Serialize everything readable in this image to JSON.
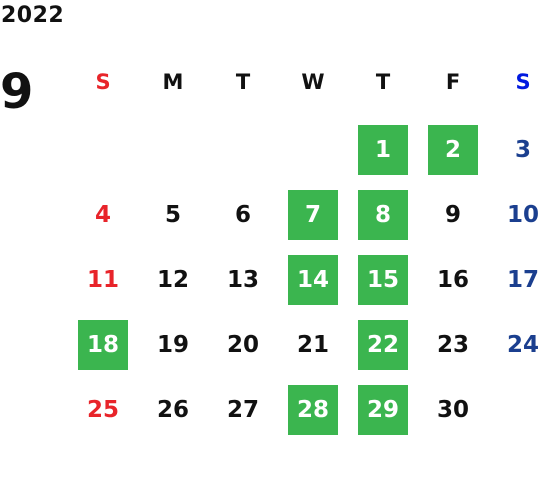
{
  "year": "2022",
  "month": "9",
  "weekdays": [
    "S",
    "M",
    "T",
    "W",
    "T",
    "F",
    "S"
  ],
  "colors": {
    "sunday": "#e8242a",
    "saturday": "#1b3f8f",
    "saturday_header": "#0019e0",
    "highlight": "#3bb54f",
    "text": "#111111"
  },
  "first_weekday_index": 4,
  "days_in_month": 30,
  "highlighted_days": [
    1,
    2,
    7,
    8,
    14,
    15,
    18,
    22,
    28,
    29
  ]
}
